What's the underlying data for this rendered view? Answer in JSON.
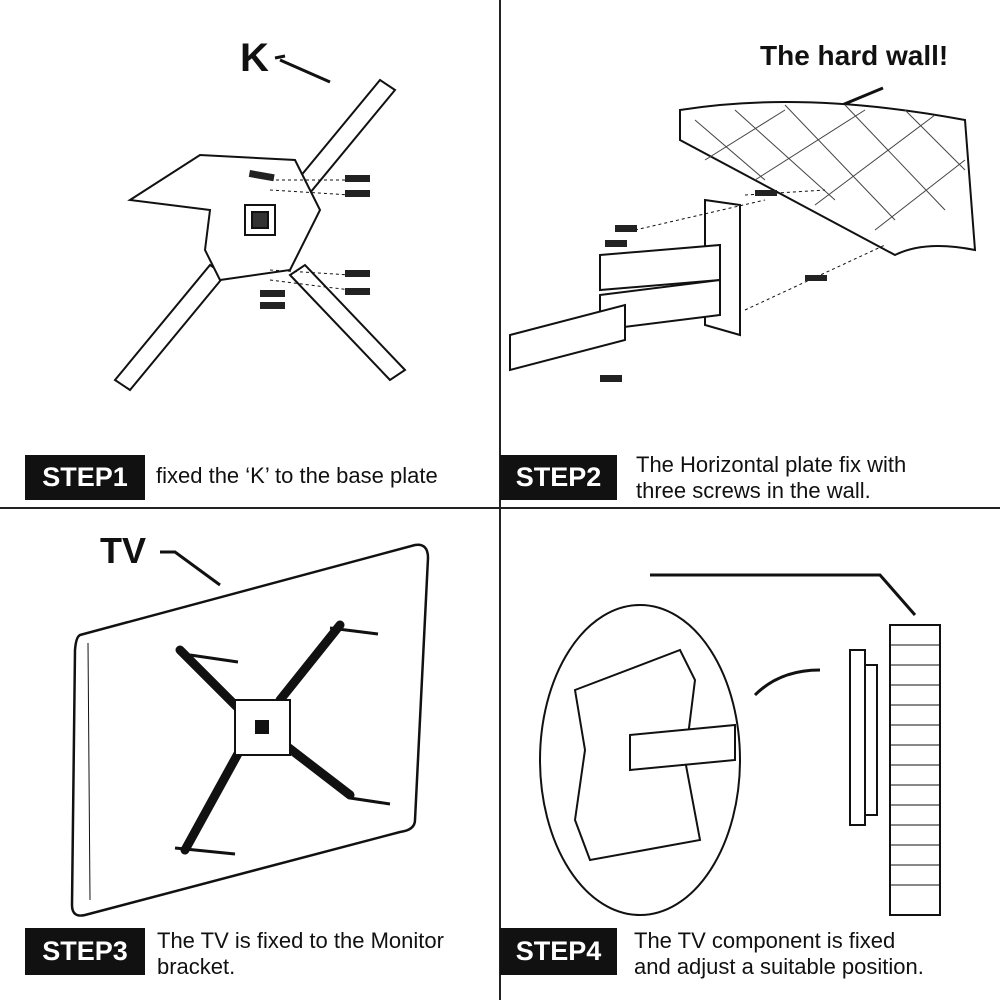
{
  "steps": [
    {
      "badge": "STEP1",
      "text": "fixed the ‘K’ to the base plate"
    },
    {
      "badge": "STEP2",
      "text_lines": [
        "The Horizontal plate fix with",
        "three screws in the wall."
      ]
    },
    {
      "badge": "STEP3",
      "text_lines": [
        "The TV is fixed to the Monitor",
        "bracket."
      ]
    },
    {
      "badge": "STEP4",
      "text_lines": [
        "The TV component is fixed",
        "and adjust a suitable position."
      ]
    }
  ],
  "labels": {
    "k": "K",
    "wall": "The hard wall!",
    "tv": "TV"
  }
}
